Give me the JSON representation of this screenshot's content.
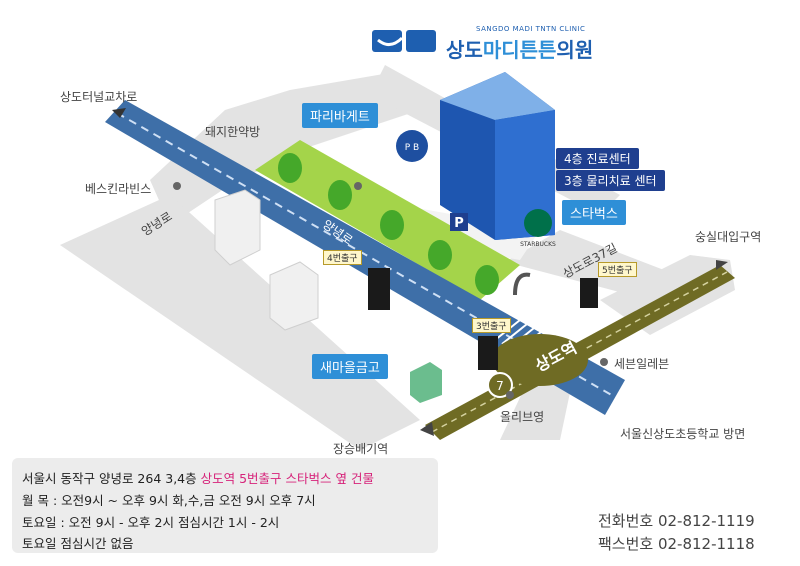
{
  "clinic": {
    "sub_name": "SANGDO MADI TNTN CLINIC",
    "name_a": "상도",
    "name_b": "마디튼튼",
    "name_c": "의원",
    "floors": [
      "4층 진료센터",
      "3층 물리치료 센터"
    ]
  },
  "map": {
    "roads": {
      "main": "상도터널교차로",
      "yangnyeongno": "양녕로",
      "yangnyeongno_on_road": "양녕로",
      "sangdoro37": "상도로37길"
    },
    "landmarks": {
      "dwaeji": "돼지한약방",
      "baskin": "베스킨라빈스",
      "paris": "파리바게트",
      "paris_logo": "P B",
      "starbucks": "스타벅스",
      "starbucks_logo": "STARBUCKS",
      "parking": "P",
      "saemaeul": "새마을금고",
      "seven": "세븐일레븐",
      "olive": "올리브영",
      "jangseung": "장승배기역",
      "soongsil": "숭실대입구역",
      "school": "서울신상도초등학교 방면"
    },
    "station": {
      "name": "상도역",
      "line": "7"
    },
    "exits": [
      "4번출구",
      "3번출구",
      "5번출구"
    ]
  },
  "info": {
    "address_a": "서울시 동작구 양녕로 264 3,4층 ",
    "address_b": "상도역 5번출구 스타벅스 옆 건물",
    "hours_1": "월    목 : 오전9시 ~ 오후 9시 화,수,금 오전 9시 오후 7시",
    "hours_2": "토요일 : 오전 9시 - 오후 2시 점심시간 1시 - 2시",
    "lunch_note": "토요일 점심시간 없음"
  },
  "contact": {
    "phone": "전화번호 02-812-1119",
    "fax": "팩스번호 02-812-1118"
  },
  "colors": {
    "road_main": "#3e6fa8",
    "road_side": "#e2e2e2",
    "green": "#a4d44a",
    "accent_blue": "#2e8fd7",
    "line7": "#6f6b24",
    "highlight_pink": "#d6237a"
  },
  "icons": [
    "clinic-logo-icon",
    "building-icon",
    "tree-icon",
    "subway-exit-icon",
    "parking-icon",
    "starbucks-logo-icon",
    "paris-logo-icon",
    "u-turn-icon"
  ]
}
